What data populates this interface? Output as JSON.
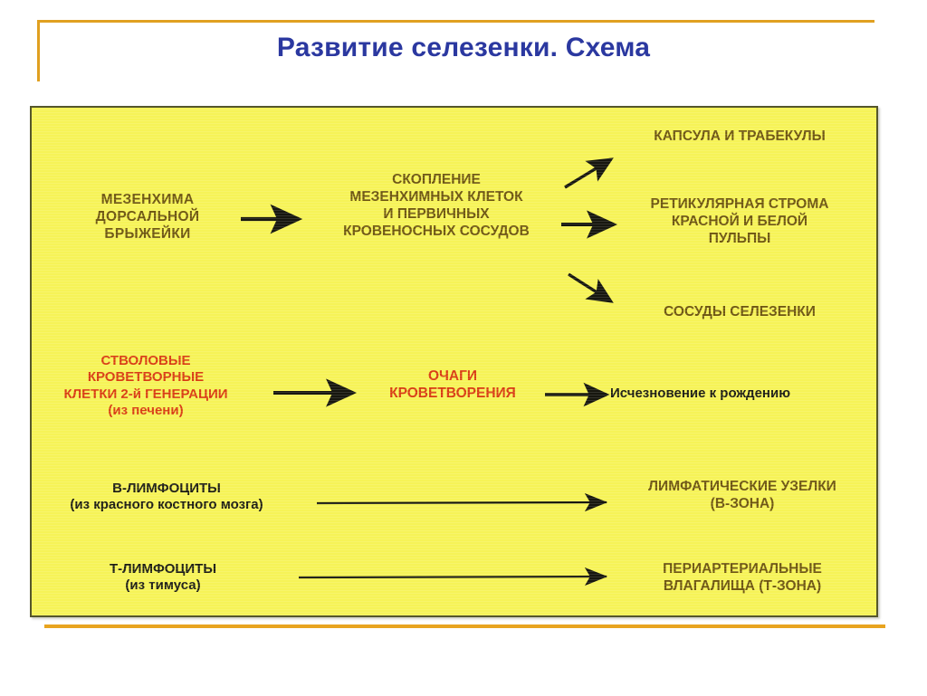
{
  "slide": {
    "title": "Развитие селезенки. Схема",
    "title_color": "#2b38a0",
    "panel_bg": "#f6f357",
    "panel_border": "#55562b",
    "accent_rule_color": "#e0a020"
  },
  "diagram": {
    "type": "flowchart",
    "nodes": [
      {
        "id": "mesenchyme",
        "lines": [
          "МЕЗЕНХИМА",
          "ДОРСАЛЬНОЙ",
          "БРЫЖЕЙКИ"
        ],
        "text": "МЕЗЕНХИМА ДОРСАЛЬНОЙ БРЫЖЕЙКИ",
        "color": "#6d5511",
        "column": "left",
        "row": 1
      },
      {
        "id": "accumulation",
        "lines": [
          "СКОПЛЕНИЕ",
          "МЕЗЕНХИМНЫХ КЛЕТОК",
          "И ПЕРВИЧНЫХ",
          "КРОВЕНОСНЫХ СОСУДОВ"
        ],
        "text": "СКОПЛЕНИЕ МЕЗЕНХИМНЫХ КЛЕТОК И ПЕРВИЧНЫХ КРОВЕНОСНЫХ СОСУДОВ",
        "color": "#6d5511",
        "column": "center",
        "row": 1
      },
      {
        "id": "capsule",
        "lines": [
          "КАПСУЛА И ТРАБЕКУЛЫ"
        ],
        "text": "КАПСУЛА И ТРАБЕКУЛЫ",
        "color": "#6d5511",
        "column": "right",
        "row": 1
      },
      {
        "id": "reticular-stroma",
        "lines": [
          "РЕТИКУЛЯРНАЯ  СТРОМА",
          "КРАСНОЙ И БЕЛОЙ",
          "ПУЛЬПЫ"
        ],
        "text": "РЕТИКУЛЯРНАЯ СТРОМА КРАСНОЙ И БЕЛОЙ ПУЛЬПЫ",
        "color": "#6d5511",
        "column": "right",
        "row": 2
      },
      {
        "id": "spleen-vessels",
        "lines": [
          "СОСУДЫ СЕЛЕЗЕНКИ"
        ],
        "text": "СОСУДЫ СЕЛЕЗЕНКИ",
        "color": "#6d5511",
        "column": "right",
        "row": 3
      },
      {
        "id": "stem-cells",
        "lines": [
          "СТВОЛОВЫЕ",
          "КРОВЕТВОРНЫЕ",
          "КЛЕТКИ 2-й ГЕНЕРАЦИИ"
        ],
        "sub": "(из печени)",
        "text": "СТВОЛОВЫЕ КРОВЕТВОРНЫЕ КЛЕТКИ 2-й ГЕНЕРАЦИИ (из печени)",
        "color": "#d83b12",
        "column": "left",
        "row": 2
      },
      {
        "id": "hematopoiesis-foci",
        "lines": [
          "ОЧАГИ",
          "КРОВЕТВОРЕНИЯ"
        ],
        "text": "ОЧАГИ КРОВЕТВОРЕНИЯ",
        "color": "#d83b12",
        "column": "center",
        "row": 2
      },
      {
        "id": "disappearance",
        "lines": [
          "Исчезновение к рождению"
        ],
        "text": "Исчезновение к рождению",
        "color": "#1b1b14",
        "column": "right",
        "row": 4
      },
      {
        "id": "b-lymphocytes",
        "lines": [
          "В-ЛИМФОЦИТЫ"
        ],
        "sub": "(из красного костного мозга)",
        "text": "В-ЛИМФОЦИТЫ (из красного костного мозга)",
        "color": "#1b1b14",
        "column": "left",
        "row": 3
      },
      {
        "id": "lymphatic-nodules",
        "lines": [
          "ЛИМФАТИЧЕСКИЕ УЗЕЛКИ",
          "(В-ЗОНА)"
        ],
        "text": "ЛИМФАТИЧЕСКИЕ УЗЕЛКИ (В-ЗОНА)",
        "color": "#6d5511",
        "column": "right",
        "row": 5
      },
      {
        "id": "t-lymphocytes",
        "lines": [
          "Т-ЛИМФОЦИТЫ"
        ],
        "sub": "(из тимуса)",
        "text": "Т-ЛИМФОЦИТЫ (из тимуса)",
        "color": "#1b1b14",
        "column": "left",
        "row": 4
      },
      {
        "id": "pals",
        "lines": [
          "ПЕРИАРТЕРИАЛЬНЫЕ",
          "ВЛАГАЛИЩА (Т-ЗОНА)"
        ],
        "text": "ПЕРИАРТЕРИАЛЬНЫЕ ВЛАГАЛИЩА (Т-ЗОНА)",
        "color": "#6d5511",
        "column": "right",
        "row": 6
      }
    ],
    "edges": [
      {
        "from": "mesenchyme",
        "to": "accumulation",
        "style": "thick-straight"
      },
      {
        "from": "accumulation",
        "to": "capsule",
        "style": "thick-diagonal-up"
      },
      {
        "from": "accumulation",
        "to": "reticular-stroma",
        "style": "thick-straight"
      },
      {
        "from": "accumulation",
        "to": "spleen-vessels",
        "style": "thick-diagonal-down"
      },
      {
        "from": "stem-cells",
        "to": "hematopoiesis-foci",
        "style": "thick-straight"
      },
      {
        "from": "hematopoiesis-foci",
        "to": "disappearance",
        "style": "thick-straight"
      },
      {
        "from": "b-lymphocytes",
        "to": "lymphatic-nodules",
        "style": "thin-long"
      },
      {
        "from": "t-lymphocytes",
        "to": "pals",
        "style": "thin-long"
      }
    ]
  }
}
